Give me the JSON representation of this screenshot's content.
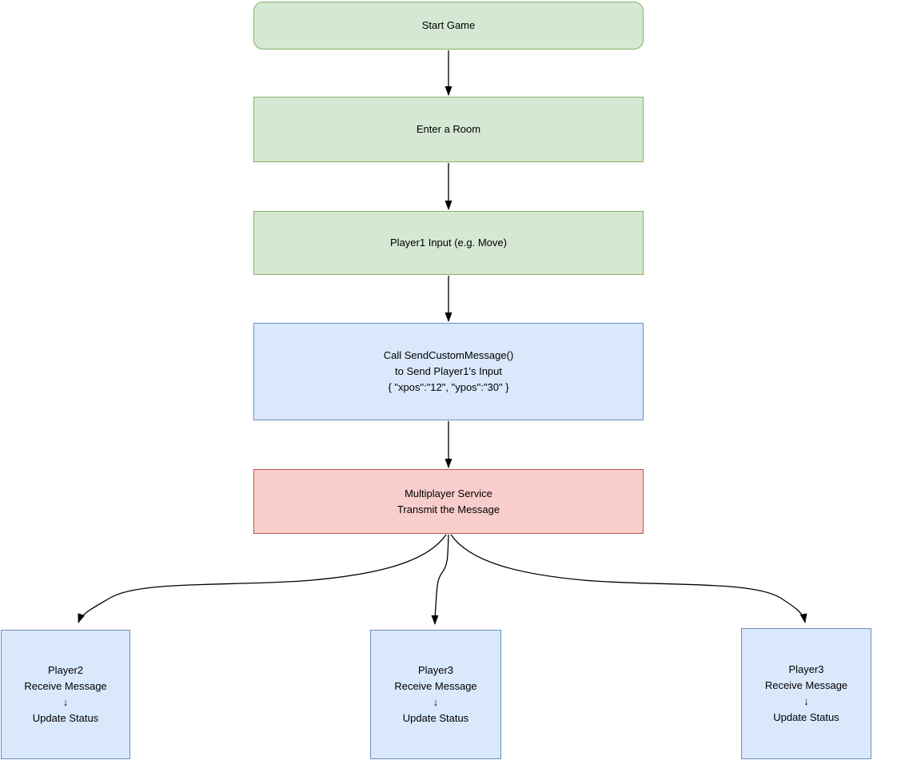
{
  "diagram": {
    "nodes": {
      "start": {
        "label": "Start Game"
      },
      "enter_room": {
        "label": "Enter a Room"
      },
      "player1_input": {
        "label": "Player1 Input (e.g. Move)"
      },
      "send_custom_message": {
        "lines": [
          "Call SendCustomMessage()",
          "to Send Player1's Input",
          "{ \"xpos\":\"12\", \"ypos\":\"30\" }"
        ]
      },
      "multiplayer_service": {
        "lines": [
          "Multiplayer Service",
          "Transmit the Message"
        ]
      },
      "player2_receive": {
        "lines": [
          "Player2",
          "Receive Message",
          "↓",
          "Update Status"
        ]
      },
      "player3_receive_a": {
        "lines": [
          "Player3",
          "Receive Message",
          "↓",
          "Update Status"
        ]
      },
      "player3_receive_b": {
        "lines": [
          "Player3",
          "Receive Message",
          "↓",
          "Update Status"
        ]
      }
    },
    "colors": {
      "green_fill": "#d5e8d4",
      "green_stroke": "#82b366",
      "blue_fill": "#dae8fc",
      "blue_stroke": "#6c8ebf",
      "red_fill": "#f8cecc",
      "red_stroke": "#b85450",
      "edge": "#000000",
      "text": "#000000"
    }
  }
}
